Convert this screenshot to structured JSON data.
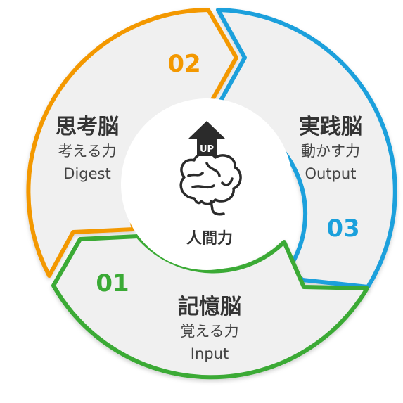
{
  "center": {
    "label": "人間力",
    "badge": "UP"
  },
  "segments": [
    {
      "number": "01",
      "title": "記憶脳",
      "subtitle": "覚える力",
      "english": "Input",
      "color": "#3aaa35"
    },
    {
      "number": "02",
      "title": "思考脳",
      "subtitle": "考える力",
      "english": "Digest",
      "color": "#f39800"
    },
    {
      "number": "03",
      "title": "実践脳",
      "subtitle": "動かす力",
      "english": "Output",
      "color": "#1aa0dc"
    }
  ],
  "colors": {
    "segment_fill": "#f0f0f0",
    "center_fill": "#ffffff",
    "text": "#333333",
    "arrow": "#2b2b2b"
  }
}
